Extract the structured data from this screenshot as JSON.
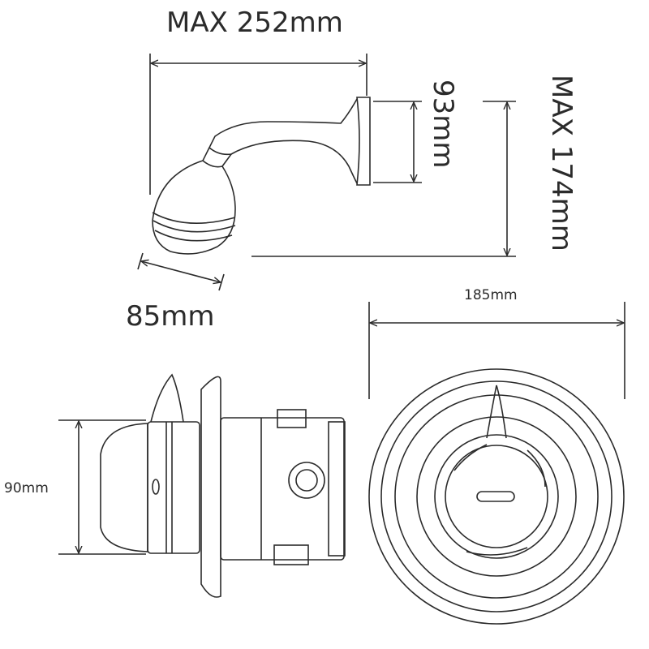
{
  "dimensions": {
    "overall_length": "MAX 252mm",
    "arm_flange_height": "93mm",
    "overall_height": "MAX 174mm",
    "head_diameter": "85mm",
    "valve_plate_diameter": "185mm",
    "valve_height": "90mm"
  },
  "colors": {
    "line": "#2b2b2b",
    "background": "#ffffff"
  }
}
